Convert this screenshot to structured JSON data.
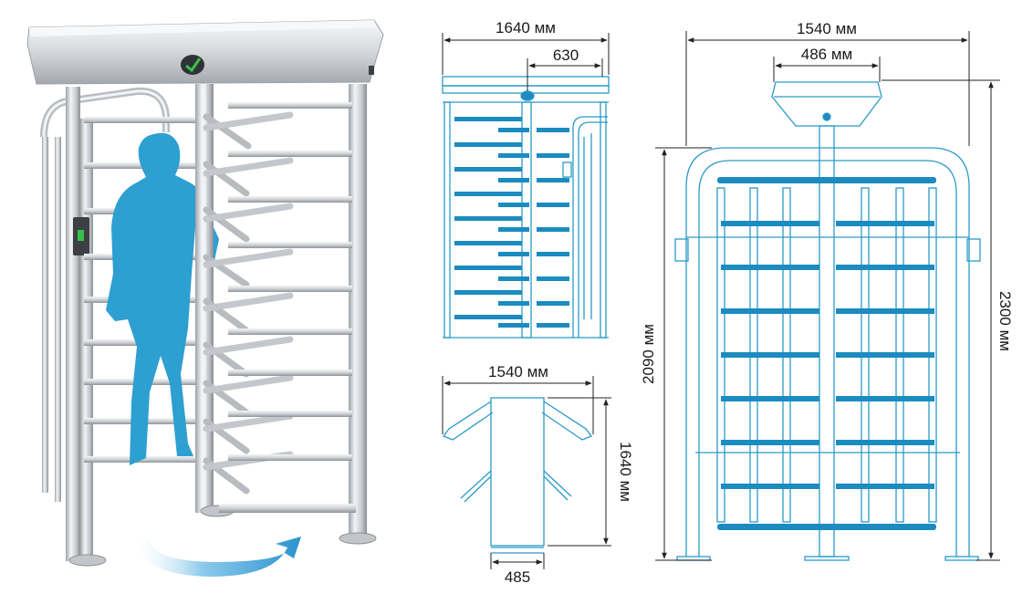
{
  "figure": {
    "colors": {
      "outline": "#2a9ac8",
      "bar_fill": "#1b8bc0",
      "person": "#2e9fd1",
      "arrow": "#3aa3d8",
      "steel_light": "#e8eaec",
      "steel_dark": "#8d9196",
      "dimension_line": "#222222",
      "indicator_green": "#35c24a"
    },
    "side_view": {
      "width_label": "1640 мм",
      "offset_label": "630"
    },
    "top_view": {
      "width_label": "1540 мм",
      "depth_label": "1640 мм",
      "base_label": "485"
    },
    "front_view": {
      "width_label": "1540 мм",
      "head_label": "486 мм",
      "frame_height_label": "2090 мм",
      "total_height_label": "2300 мм"
    },
    "icons": [
      "turnstile-render",
      "person-silhouette",
      "rotation-arrow",
      "logo-badge"
    ]
  }
}
